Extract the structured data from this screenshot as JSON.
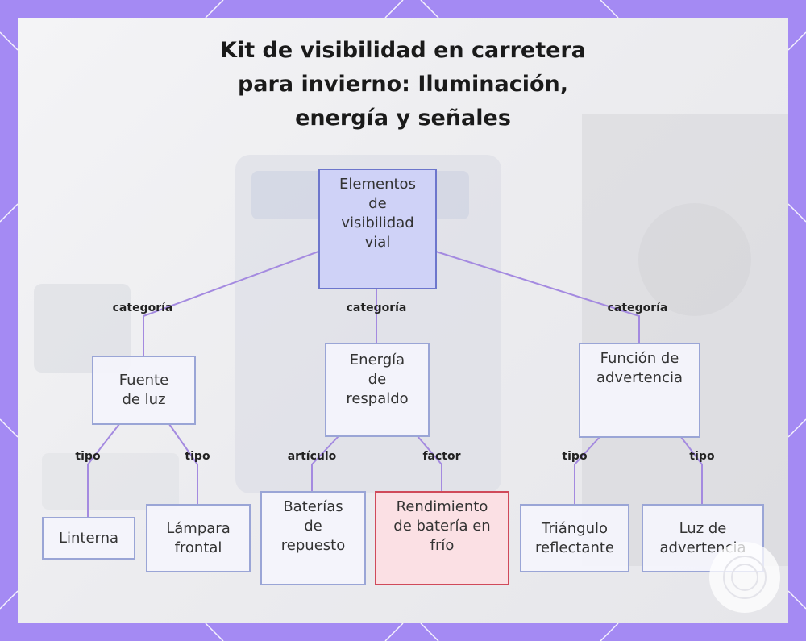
{
  "diagram": {
    "title": "Kit de visibilidad en carretera para invierno: Iluminación, energía y señales",
    "nodes": {
      "root": "Elementos de visibilidad vial",
      "fuente": "Fuente de luz",
      "energia": "Energía de respaldo",
      "advertencia": "Función de advertencia",
      "linterna": "Linterna",
      "lampara": "Lámpara frontal",
      "baterias": "Baterías de repuesto",
      "rendimiento": "Rendimiento de batería en frío",
      "triangulo": "Triángulo reflectante",
      "luz": "Luz de advertencia"
    },
    "edges": {
      "root_fuente": "categoría",
      "root_energia": "categoría",
      "root_advertencia": "categoría",
      "fuente_linterna": "tipo",
      "fuente_lampara": "tipo",
      "energia_baterias": "artículo",
      "energia_rendimiento": "factor",
      "advertencia_triangulo": "tipo",
      "advertencia_luz": "tipo"
    },
    "colors": {
      "frame": "#a48af3",
      "connector": "#a48ae0",
      "root_fill": "#cfd2f7",
      "highlight_border": "#d04a5a"
    }
  }
}
